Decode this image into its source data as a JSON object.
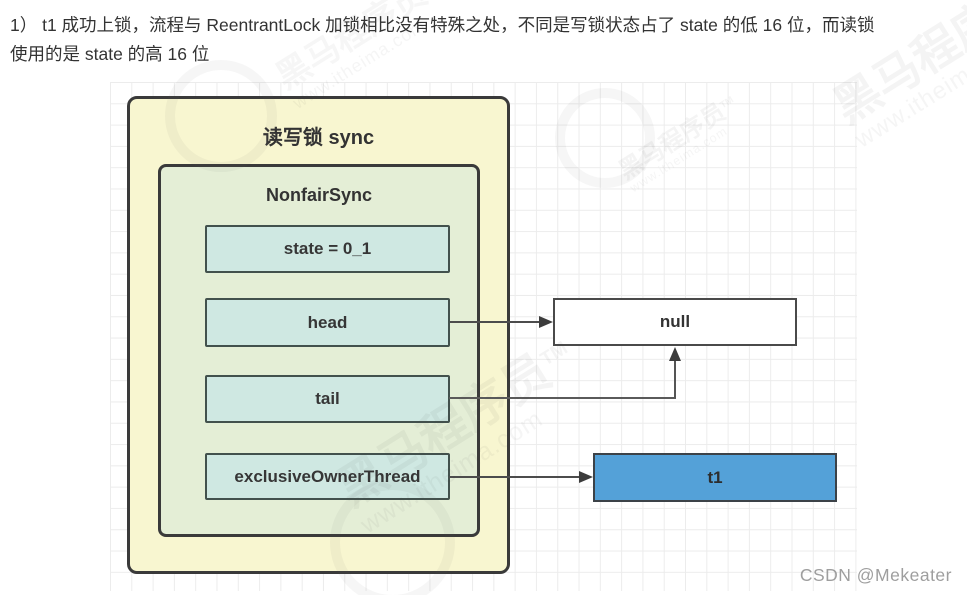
{
  "paragraph": {
    "lines": [
      "1） t1 成功上锁，流程与 ReentrantLock 加锁相比没有特殊之处，不同是写锁状态占了 state 的低 16 位，而读锁",
      "使用的是 state 的高 16 位"
    ]
  },
  "diagram": {
    "outer_title": "读写锁 sync",
    "inner_title": "NonfairSync",
    "fields": [
      {
        "label": "state = 0_1"
      },
      {
        "label": "head"
      },
      {
        "label": "tail"
      },
      {
        "label": "exclusiveOwnerThread"
      }
    ],
    "nodes": {
      "null_label": "null",
      "t1_label": "t1"
    }
  },
  "watermark": {
    "brand": "黑马程序员",
    "tm": "TM",
    "url": "www.itheima.com"
  },
  "credit": "CSDN @Mekeater",
  "colors": {
    "outer_fill": "#f8f6d0",
    "inner_fill": "#e4eed6",
    "field_fill": "#cfe8e2",
    "null_fill": "#ffffff",
    "t1_fill": "#54a1d8",
    "border": "#3a3a3a",
    "arrow": "#4c4c4c",
    "grid_line": "#ececec",
    "credit_text": "#9e9e9e"
  }
}
